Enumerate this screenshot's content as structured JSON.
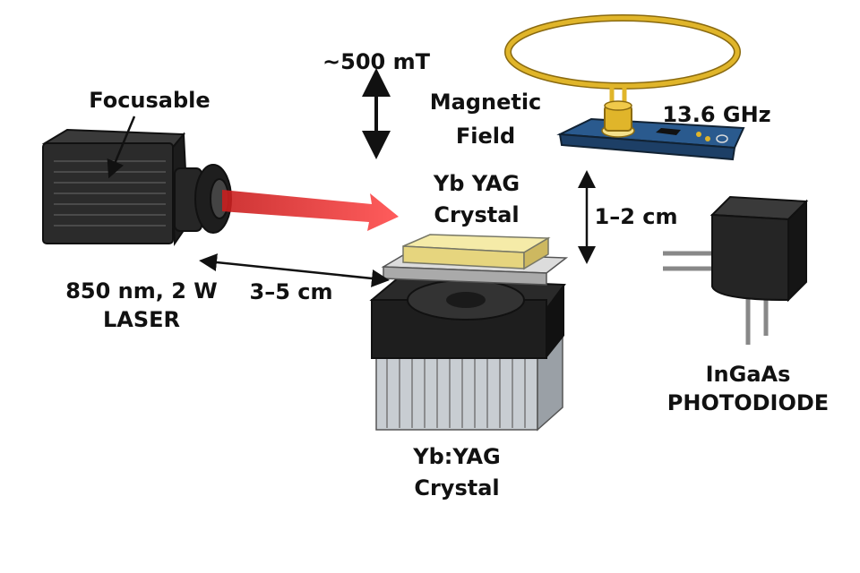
{
  "labels": {
    "focusable": "Focusable",
    "field_strength": "~500 mT",
    "magnetic_field_1": "Magnetic",
    "magnetic_field_2": "Field",
    "frequency": "13.6 GHz",
    "crystal_top_1": "Yb YAG",
    "crystal_top_2": "Crystal",
    "gap_distance": "1–2 cm",
    "laser_spec": "850 nm, 2 W",
    "laser_name": "LASER",
    "laser_distance": "3–5 cm",
    "crystal_bottom_1": "Yb:YAG",
    "crystal_bottom_2": "Crystal",
    "photodiode_1": "InGaAs",
    "photodiode_2": "PHOTODIODE"
  },
  "colors": {
    "beam": "#e8332f",
    "crystal": "#f0e49a",
    "antenna": "#e0b52a",
    "pcb": "#2a5a8e",
    "device": "#222222"
  }
}
